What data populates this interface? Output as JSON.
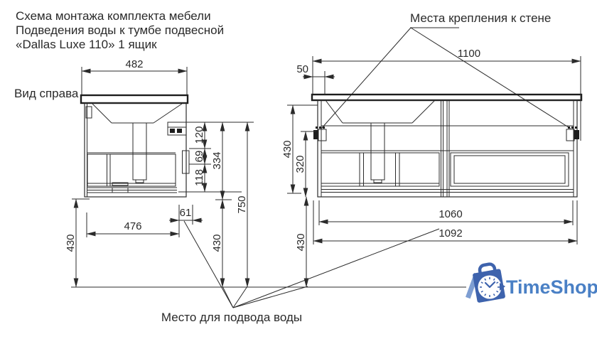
{
  "title": {
    "line1": "Схема монтажа комплекта мебели",
    "line2": "Подведения воды к тумбе подвесной",
    "line3": "«Dallas Luxe 110» 1 ящик"
  },
  "labels": {
    "wall_mount": "Места крепления к стене",
    "side_view": "Вид справа",
    "water_supply": "Место для подвода воды"
  },
  "side_view": {
    "width_top": "482",
    "width_body": "476",
    "bracket_drop": "120",
    "outlet_zone": "69",
    "outlet_to_bottom": "118",
    "dim_334": "334",
    "wall_gap": "61",
    "floor_clearance_left": "430",
    "floor_clearance_mid": "430",
    "bracket_height": "750"
  },
  "front_view": {
    "width_top": "1100",
    "bracket_inset": "50",
    "cabinet_height": "430",
    "bracket_above_bottom": "320",
    "floor_clearance": "430",
    "inner_width": "1060",
    "body_width": "1092"
  },
  "logo": {
    "text": "TimeShop"
  },
  "colors": {
    "line": "#2b2b2b",
    "logo_text_blue": "#4a80c5",
    "logo_bag_blue": "#3e63ad",
    "logo_slash_blue": "#7e9ed2"
  }
}
